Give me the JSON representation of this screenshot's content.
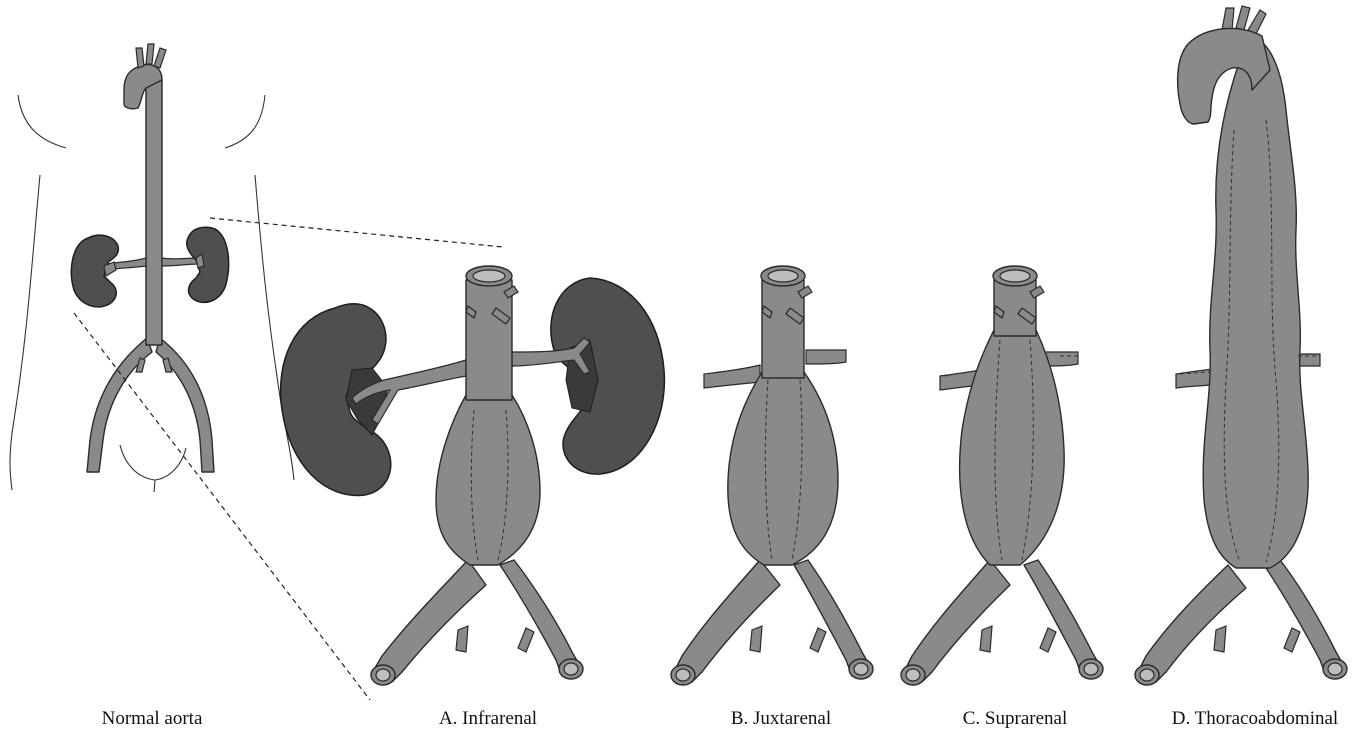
{
  "captions": {
    "normal": "Normal aorta",
    "a": "A. Infrarenal",
    "b": "B. Juxtarenal",
    "c": "C. Suprarenal",
    "d": "D. Thoracoabdominal"
  },
  "colors": {
    "vessel": "#8a8a8a",
    "kidney": "#4f4f4f",
    "outline": "#2b2b2b",
    "background": "#ffffff"
  }
}
